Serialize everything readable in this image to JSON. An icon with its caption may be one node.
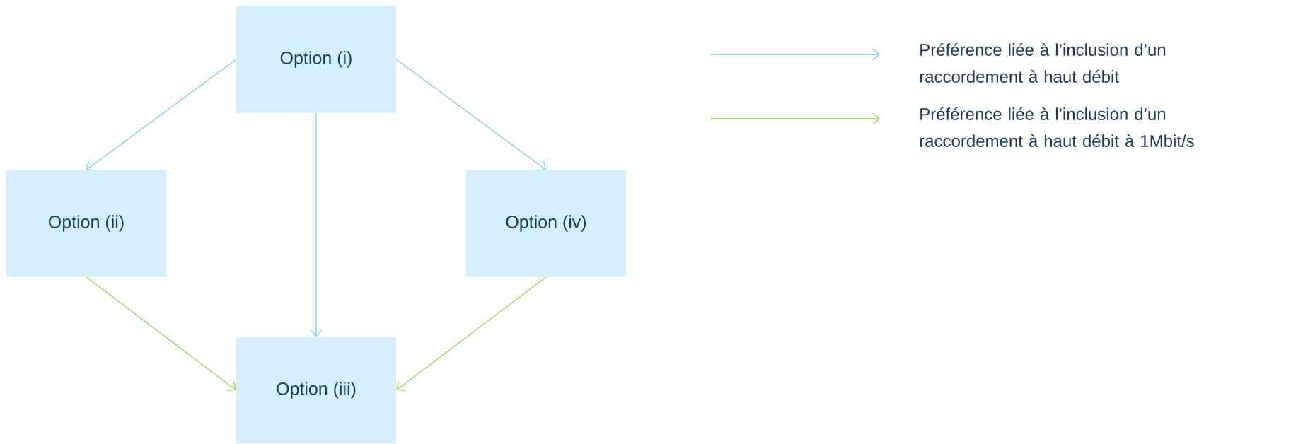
{
  "diagram": {
    "nodes": [
      {
        "text": [
          "Option (i)"
        ]
      },
      {
        "text": [
          "Option (ii)"
        ]
      },
      {
        "text": [
          "Option (iv)"
        ]
      },
      {
        "text": [
          "Option (iii)"
        ]
      }
    ],
    "edges": [
      {
        "from": 0,
        "to": 1,
        "arrow": "to"
      },
      {
        "from": 0,
        "to": 3,
        "arrow": "to"
      },
      {
        "from": 0,
        "to": 2,
        "arrow": "to"
      },
      {
        "from": 1,
        "to": 3,
        "arrow": "to",
        "color": "#92d050"
      },
      {
        "from": 2,
        "to": 3,
        "arrow": "to",
        "color": "#92d050"
      }
    ],
    "legend": [
      {
        "text": "Préférence liée à l’inclusion d’un raccordement à haut débit"
      },
      {
        "text": "Préférence liée à l’inclusion d’un raccordement à haut débit à 1Mbit/s"
      }
    ]
  }
}
